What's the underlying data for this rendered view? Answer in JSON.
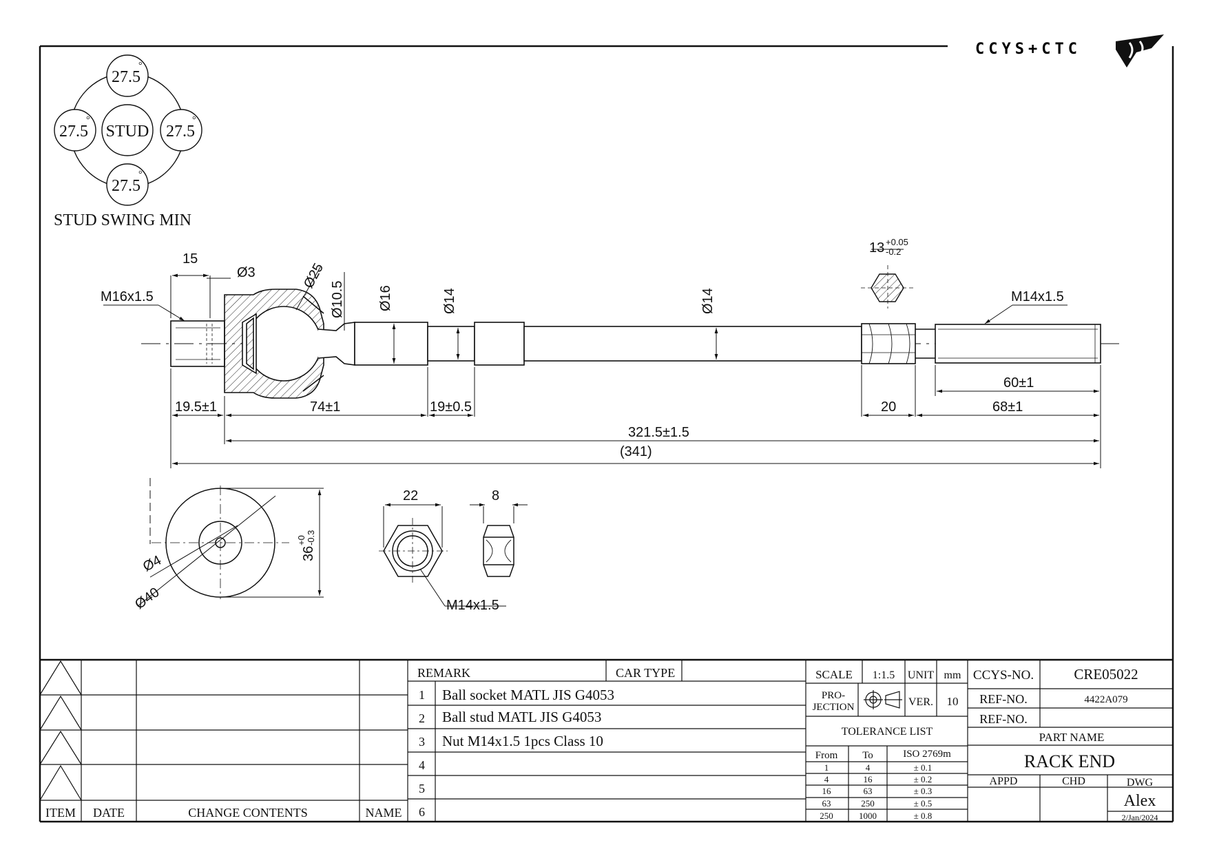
{
  "logo": {
    "text": "CCYS+CTC"
  },
  "stud_swing": {
    "caption": "STUD SWING MIN",
    "center": "STUD",
    "angles": [
      "27.5",
      "27.5",
      "27.5",
      "27.5"
    ],
    "degree": "°"
  },
  "dims": {
    "d15": "15",
    "dia3": "Ø3",
    "dia25": "Ø25",
    "dia10_5": "Ø10.5",
    "dia16": "Ø16",
    "dia14a": "Ø14",
    "dia14b": "Ø14",
    "m16": "M16x1.5",
    "hex13": "13",
    "hex13_tol_up": "+0.05",
    "hex13_tol_dn": "-0.2",
    "m14_end": "M14x1.5",
    "d19_5": "19.5±1",
    "d74": "74±1",
    "d19_05": "19±0.5",
    "d20": "20",
    "d60": "60±1",
    "d68": "68±1",
    "d321": "321.5±1.5",
    "d341": "(341)",
    "dia4": "Ø4",
    "dia40": "Ø40",
    "d36": "36",
    "d36_tol_up": "+0",
    "d36_tol_dn": "-0.3",
    "nut22": "22",
    "nut8": "8",
    "nut_thread": "M14x1.5"
  },
  "revision": {
    "headers": [
      "ITEM",
      "DATE",
      "CHANGE CONTENTS",
      "NAME"
    ]
  },
  "remarks": {
    "header": "REMARK",
    "car_type": "CAR TYPE",
    "items": [
      {
        "no": "1",
        "text": "Ball socket MATL JIS G4053"
      },
      {
        "no": "2",
        "text": "Ball stud MATL JIS G4053"
      },
      {
        "no": "3",
        "text": "Nut M14x1.5 1pcs Class 10"
      },
      {
        "no": "4",
        "text": ""
      },
      {
        "no": "5",
        "text": ""
      },
      {
        "no": "6",
        "text": ""
      }
    ]
  },
  "spec": {
    "scale_label": "SCALE",
    "scale": "1:1.5",
    "unit_label": "UNIT",
    "unit": "mm",
    "projection_1": "PRO-",
    "projection_2": "JECTION",
    "ver_label": "VER.",
    "ver": "10",
    "tolerance_title": "TOLERANCE LIST",
    "tol_headers": [
      "From",
      "To",
      "ISO 2769m"
    ],
    "tol_rows": [
      [
        "1",
        "4",
        "± 0.1"
      ],
      [
        "4",
        "16",
        "± 0.2"
      ],
      [
        "16",
        "63",
        "± 0.3"
      ],
      [
        "63",
        "250",
        "± 0.5"
      ],
      [
        "250",
        "1000",
        "± 0.8"
      ]
    ]
  },
  "title_block": {
    "ccys_label": "CCYS-NO.",
    "ccys_no": "CRE05022",
    "ref_label": "REF-NO.",
    "ref_no": "4422A079",
    "ref_label2": "REF-NO.",
    "ref_no2": "",
    "part_name_label": "PART NAME",
    "part_name": "RACK END",
    "appd": "APPD",
    "chd": "CHD",
    "dwg": "DWG",
    "drawn_by": "Alex",
    "date": "2/Jan/2024"
  }
}
